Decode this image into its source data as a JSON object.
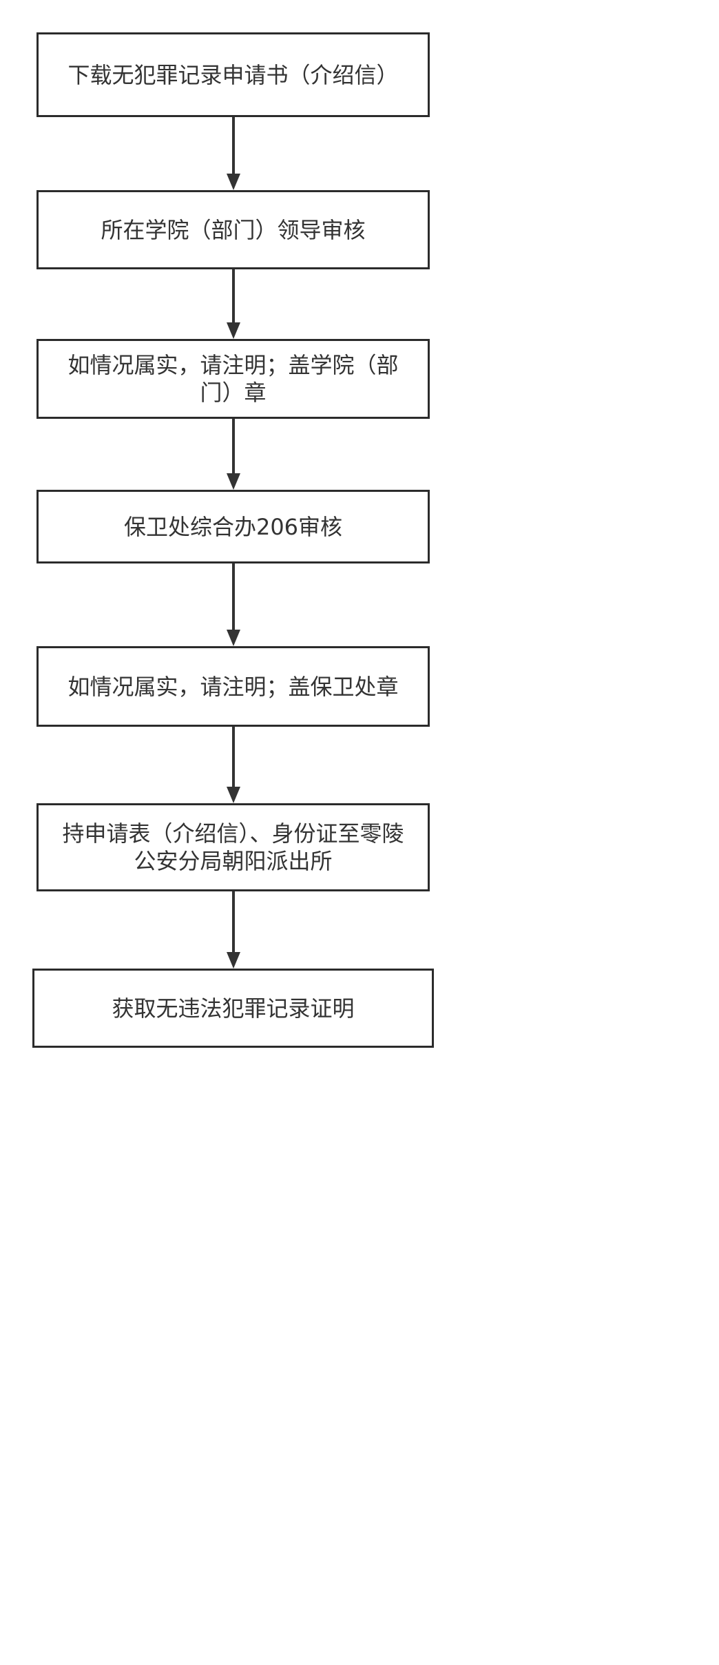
{
  "flowchart": {
    "steps": [
      {
        "id": "download",
        "text": "下载无犯罪记录申请书（介绍信）"
      },
      {
        "id": "college-review",
        "text": "所在学院（部门）领导审核"
      },
      {
        "id": "college-stamp",
        "text": "如情况属实，请注明；盖学院（部门）章"
      },
      {
        "id": "security-review",
        "text": "保卫处综合办206审核"
      },
      {
        "id": "security-stamp",
        "text": "如情况属实，请注明；盖保卫处章"
      },
      {
        "id": "police-station",
        "text": "持申请表（介绍信）、身份证至零陵公安分局朝阳派出所"
      },
      {
        "id": "certificate",
        "text": "获取无违法犯罪记录证明"
      }
    ],
    "colors": {
      "border": "#2b2b2b",
      "arrow": "#333333",
      "text": "#333333",
      "background": "#ffffff"
    }
  }
}
